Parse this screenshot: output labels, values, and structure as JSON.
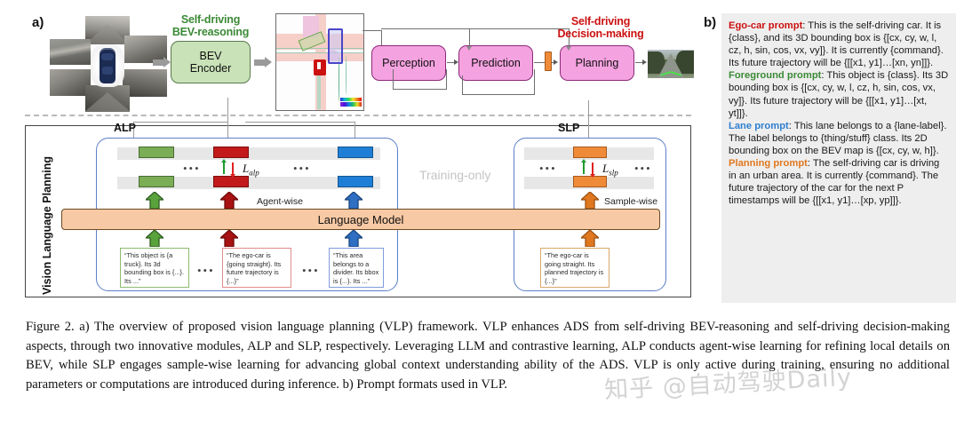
{
  "figure": {
    "panel_a_letter": "a)",
    "panel_b_letter": "b)",
    "heading_left_line1": "Self-driving",
    "heading_left_line2": "BEV-reasoning",
    "heading_right_line1": "Self-driving",
    "heading_right_line2": "Decision-making",
    "bev_encoder_line1": "BEV",
    "bev_encoder_line2": "Encoder",
    "vlp_side_label": "Vision Language Planning"
  },
  "ads_blocks": [
    {
      "label": "Perception"
    },
    {
      "label": "Prediction"
    },
    {
      "label": "Planning"
    }
  ],
  "modules": {
    "alp": {
      "title": "ALP",
      "loss": "alp",
      "loss_prefix": "L",
      "wise_label": "Agent-wise",
      "dots": "•••",
      "prompts": [
        {
          "color": "green",
          "text": "“This object is {a truck}. Its 3d bounding box is {...}. Its ...”"
        },
        {
          "color": "red",
          "text": "“The ego-car is {going straight}. Its future trajectory is {...}”"
        },
        {
          "color": "blue",
          "text": "“This area belongs to a divider. Its bbox is {...}. Its ...”"
        }
      ]
    },
    "slp": {
      "title": "SLP",
      "loss": "slp",
      "loss_prefix": "L",
      "wise_label": "Sample-wise",
      "dots": "•••",
      "prompts": [
        {
          "color": "orange",
          "text": "“The ego-car is going straight. Its planned trajectory is {...}”"
        }
      ]
    },
    "training_only": "Training-only",
    "language_model": "Language Model"
  },
  "prompt_formats": [
    {
      "key": "Ego-car prompt",
      "key_color": "#cc1111",
      "body": ": This is the self-driving car. It is {class}, and its 3D bounding box is {[cx, cy, w, l, cz, h, sin, cos, vx, vy]}. It is currently {command}. Its future trajectory will be {[[x1, y1]…[xn, yn]]}."
    },
    {
      "key": "Foreground prompt",
      "key_color": "#3b8a36",
      "body": ": This object is {class}. Its 3D bounding box is {[cx, cy, w, l, cz, h, sin, cos, vx, vy]}. Its future trajectory will be {[[x1, y1]…[xt, yt]]}."
    },
    {
      "key": "Lane prompt",
      "key_color": "#2f7fd0",
      "body": ": This lane belongs to a {lane-label}. The label belongs to {thing/stuff} class. Its 2D bounding box on the BEV map is {[cx, cy, w, h]}."
    },
    {
      "key": "Planning prompt",
      "key_color": "#e07820",
      "body": ": The self-driving car is driving in an urban area. It is currently {command}. The future trajectory of the car for the next P timestamps will be {[[x1, y1]…[xp, yp]]}."
    }
  ],
  "caption": {
    "text": "Figure 2. a) The overview of proposed vision language planning (VLP) framework. VLP enhances ADS from self-driving BEV-reasoning and self-driving decision-making aspects, through two innovative modules, ALP and SLP, respectively. Leveraging LLM and contrastive learning, ALP conducts agent-wise learning for refining local details on BEV, while SLP engages sample-wise learning for advancing global context understanding ability of the ADS. VLP is only active during training, ensuring no additional parameters or computations are introduced during inference. b) Prompt formats used in VLP."
  },
  "watermark": {
    "text": "知乎 @自动驾驶Daily"
  },
  "colors": {
    "accent_green": "#3b8a36",
    "accent_red": "#cc1111",
    "accent_blue": "#2f7fd0",
    "accent_orange": "#e07820",
    "bev_encoder_fill": "#c9e2b8",
    "ads_block_fill": "#f5a2e0",
    "language_model_fill": "#f7c9a4",
    "feature_row_fill": "#e7e7e7",
    "panel_bg": "#eeeeee"
  }
}
